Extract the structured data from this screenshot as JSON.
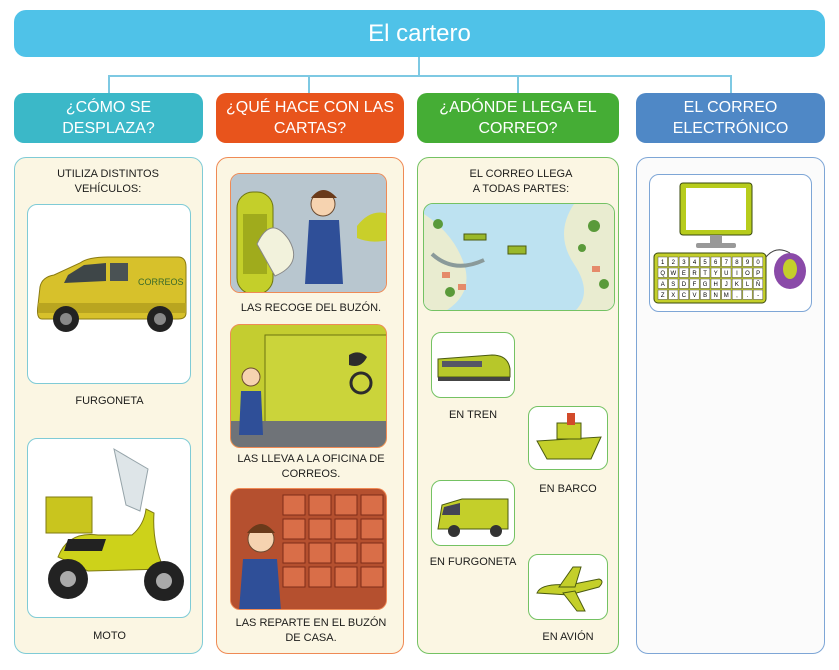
{
  "title": "El cartero",
  "columns": [
    {
      "header": "¿CÓMO SE DESPLAZA?",
      "intro": "UTILIZA DISTINTOS VEHÍCULOS:",
      "items": [
        {
          "caption": "FURGONETA",
          "icon": "van-icon"
        },
        {
          "caption": "MOTO",
          "icon": "scooter-icon"
        }
      ],
      "color": "#3bb8c8"
    },
    {
      "header": "¿QUÉ HACE CON LAS CARTAS?",
      "items": [
        {
          "caption": "LAS RECOGE DEL BUZÓN.",
          "icon": "mailbox-scene"
        },
        {
          "caption": "LAS LLEVA A LA OFICINA DE CORREOS.",
          "icon": "van-loading-scene"
        },
        {
          "caption": "LAS REPARTE EN EL BUZÓN DE CASA.",
          "icon": "home-mailboxes-scene"
        }
      ],
      "color": "#e8541c"
    },
    {
      "header": "¿ADÓNDE LLEGA EL CORREO?",
      "intro": "EL CORREO LLEGA A TODAS PARTES:",
      "items": [
        {
          "caption": "EN TREN",
          "icon": "train-icon"
        },
        {
          "caption": "EN BARCO",
          "icon": "boat-icon"
        },
        {
          "caption": "EN FURGONETA",
          "icon": "van-icon"
        },
        {
          "caption": "EN AVIÓN",
          "icon": "plane-icon"
        }
      ],
      "color": "#45ad35"
    },
    {
      "header": "EL CORREO ELECTRÓNICO",
      "items": [
        {
          "caption": "",
          "icon": "computer-icon"
        }
      ],
      "color": "#4f88c6"
    }
  ],
  "keyboard_keys": [
    "1",
    "2",
    "3",
    "4",
    "5",
    "6",
    "7",
    "8",
    "9",
    "0",
    "Q",
    "W",
    "E",
    "R",
    "T",
    "Y",
    "U",
    "I",
    "O",
    "P",
    "A",
    "S",
    "D",
    "F",
    "G",
    "H",
    "J",
    "K",
    "L",
    "Ñ",
    "Z",
    "X",
    "C",
    "V",
    "B",
    "N",
    "M",
    ",",
    ".",
    "-"
  ]
}
